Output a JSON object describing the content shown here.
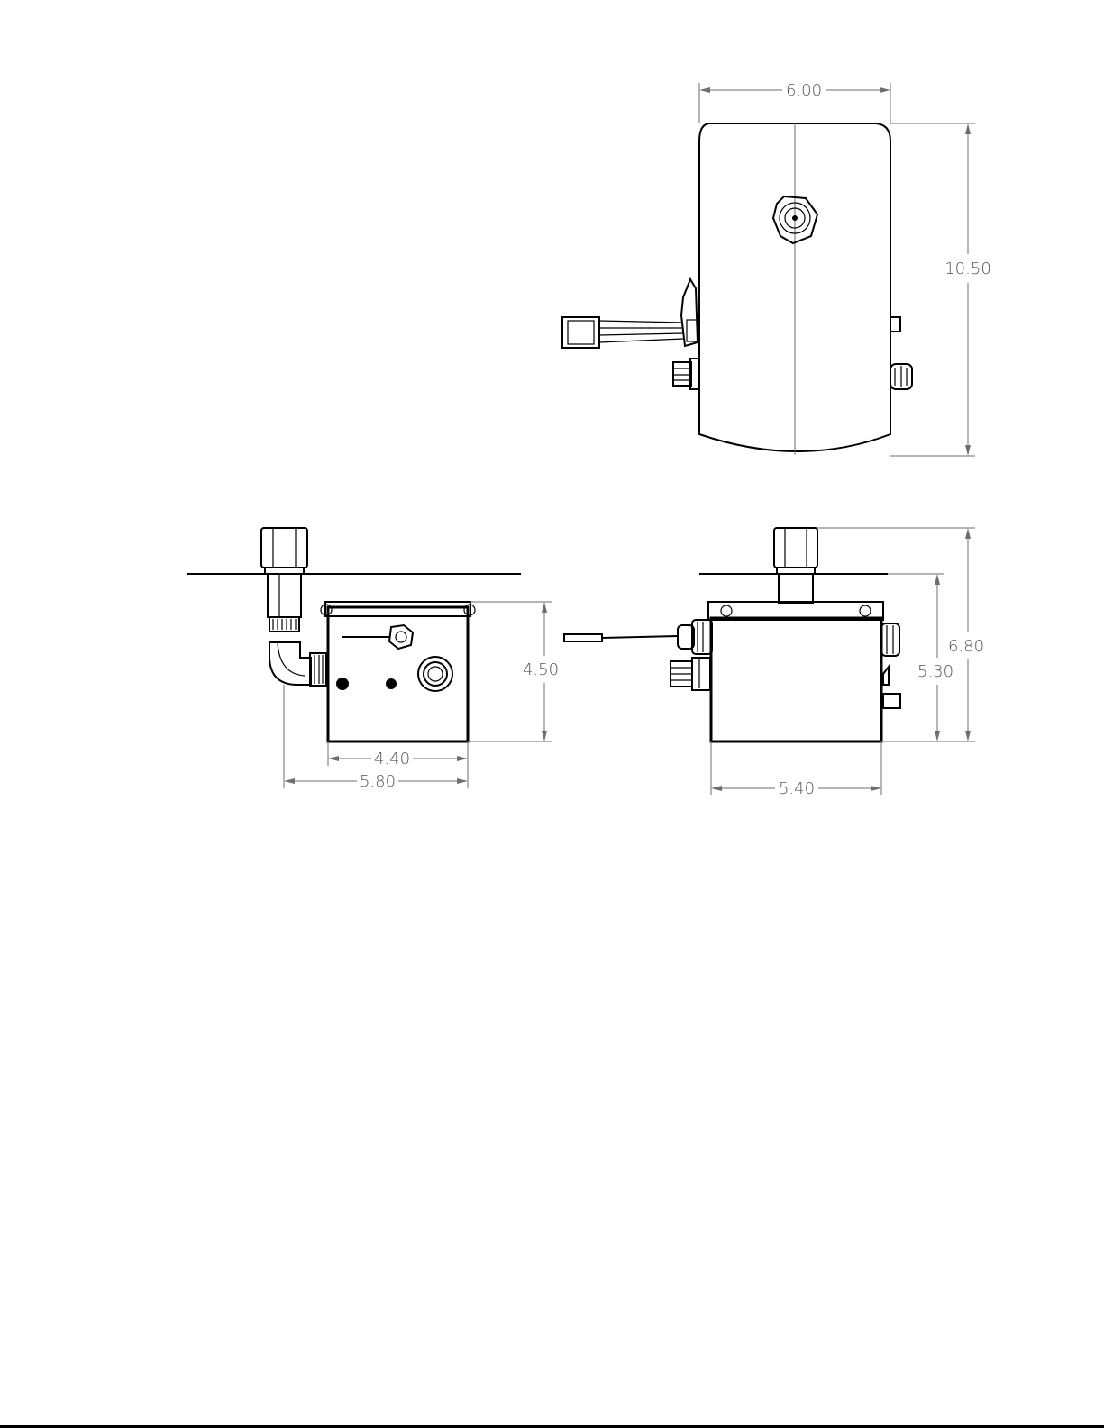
{
  "drawing": {
    "top_view": {
      "width_dim": "6.00",
      "height_dim": "10.50"
    },
    "side_view": {
      "height_dim": "4.50",
      "inner_width_dim": "4.40",
      "outer_width_dim": "5.80"
    },
    "front_view": {
      "width_dim": "5.40",
      "mid_height_dim": "5.30",
      "total_height_dim": "6.80"
    }
  }
}
